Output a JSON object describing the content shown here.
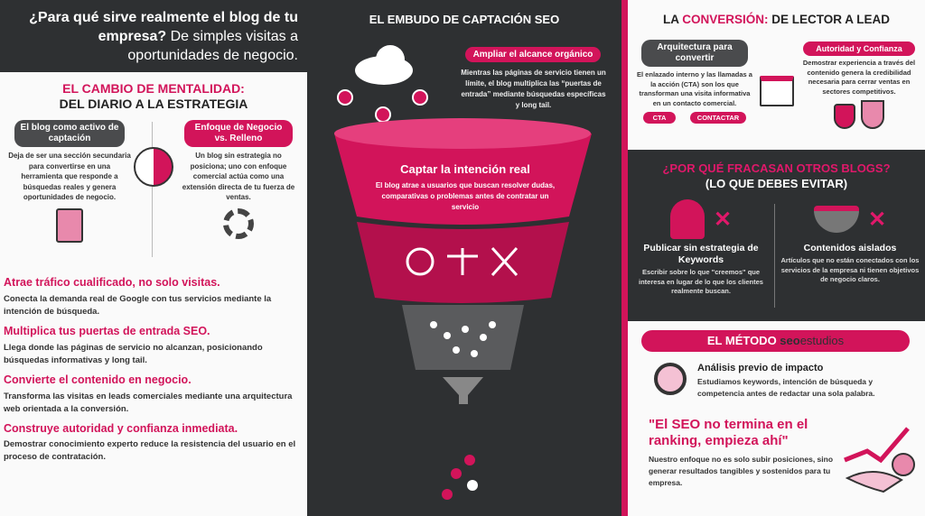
{
  "left": {
    "title_q": "¿Para qué sirve realmente el blog de tu empresa?",
    "title_rest": "De simples visitas a oportunidades de negocio.",
    "mind": {
      "line1": "EL CAMBIO DE MENTALIDAD:",
      "line2": "DEL DIARIO A LA ESTRATEGIA"
    },
    "card1": {
      "label": "El blog como activo de captación",
      "text": "Deja de ser una sección secundaria para convertirse en una herramienta que responde a búsquedas reales y genera oportunidades de negocio."
    },
    "card2": {
      "label": "Enfoque de Negocio vs. Relleno",
      "text": "Un blog sin estrategia no posiciona; uno con enfoque comercial actúa como una extensión directa de tu fuerza de ventas."
    },
    "points": [
      {
        "title": "Atrae tráfico cualificado, no solo visitas.",
        "text": "Conecta la demanda real de Google con tus servicios mediante la intención de búsqueda."
      },
      {
        "title": "Multiplica tus puertas de entrada SEO.",
        "text": "Llega donde las páginas de servicio no alcanzan, posicionando búsquedas informativas y long tail."
      },
      {
        "title": "Convierte el contenido en negocio.",
        "text": "Transforma las visitas en leads comerciales mediante una arquitectura web orientada a la conversión."
      },
      {
        "title": "Construye autoridad y confianza inmediata.",
        "text": "Demostrar conocimiento experto reduce la resistencia del usuario en el proceso de contratación."
      }
    ]
  },
  "middle": {
    "title": "EL EMBUDO DE CAPTACIÓN SEO",
    "reach_label": "Ampliar el alcance orgánico",
    "reach_text": "Mientras las páginas de servicio tienen un límite, el blog multiplica las “puertas de entrada” mediante búsquedas específicas y long tail.",
    "intent_title": "Captar la intención real",
    "intent_text": "El blog atrae a usuarios que buscan resolver dudas, comparativas o problemas antes de contratar un servicio"
  },
  "right": {
    "conv": {
      "pre": "LA ",
      "accent": "CONVERSIÓN:",
      "post": " DE LECTOR A LEAD"
    },
    "arch": {
      "label": "Arquitectura para convertir",
      "text": "El enlazado interno y las llamadas a la acción (CTA) son los que transforman una visita informativa en un contacto comercial.",
      "btn1": "CTA",
      "btn2": "CONTACTAR"
    },
    "auth": {
      "label": "Autoridad y Confianza",
      "text": "Demostrar experiencia a través del contenido genera la credibilidad necesaria para cerrar ventas en sectores competitivos."
    },
    "fail": {
      "line1": "¿POR QUÉ FRACASAN OTROS BLOGS?",
      "line2": "(LO QUE DEBES EVITAR)",
      "items": [
        {
          "title": "Publicar sin estrategia de Keywords",
          "text": "Escribir sobre lo que \"creemos\" que interesa en lugar de lo que los clientes realmente buscan."
        },
        {
          "title": "Contenidos aislados",
          "text": "Artículos que no están conectados con los servicios de la empresa ni tienen objetivos de negocio claros."
        }
      ]
    },
    "method": {
      "label": "EL MÉTODO ",
      "brand_a": "seo",
      "brand_b": "estudios",
      "analysis_title": "Análisis previo de impacto",
      "analysis_text": "Estudiamos keywords, intención de búsqueda y competencia antes de redactar una sola palabra.",
      "quote": "\"El SEO no termina en el ranking, empieza ahí\"",
      "quote_text": "Nuestro enfoque no es solo subir posiciones, sino generar resultados tangibles y sostenidos para tu empresa."
    }
  },
  "colors": {
    "accent": "#d2145a",
    "dark": "#2e3032",
    "grey": "#4a4b4d"
  }
}
